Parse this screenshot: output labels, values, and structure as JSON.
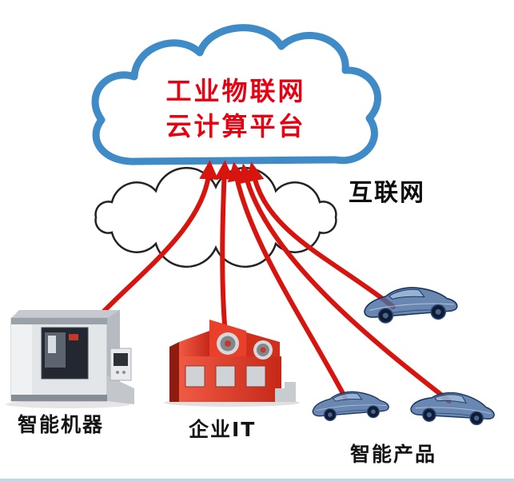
{
  "diagram": {
    "title_cloud": {
      "line1": "工业物联网",
      "line2": "云计算平台"
    },
    "internet": {
      "label": "互联网"
    },
    "nodes": {
      "machine": {
        "label": "智能机器",
        "icon": "cnc-machine-illustration"
      },
      "enterprise": {
        "label": "企业IT",
        "icon": "factory-illustration"
      },
      "products": {
        "label": "智能产品",
        "icon": "car-wireframe-illustration"
      }
    },
    "connections": [
      {
        "from": "machine",
        "to": "cloud-platform"
      },
      {
        "from": "enterprise",
        "to": "cloud-platform"
      },
      {
        "from": "products-car-1",
        "to": "cloud-platform"
      },
      {
        "from": "products-car-2",
        "to": "cloud-platform"
      },
      {
        "from": "products-car-3",
        "to": "cloud-platform"
      }
    ],
    "colors": {
      "cloud_stroke": "#3f8bc7",
      "title_red": "#e60012",
      "arrow_red": "#d8140e",
      "label_black": "#141414",
      "factory_red": "#d93420",
      "car_blue": "#3c5e93",
      "machine_gray": "#c6cacf"
    }
  }
}
